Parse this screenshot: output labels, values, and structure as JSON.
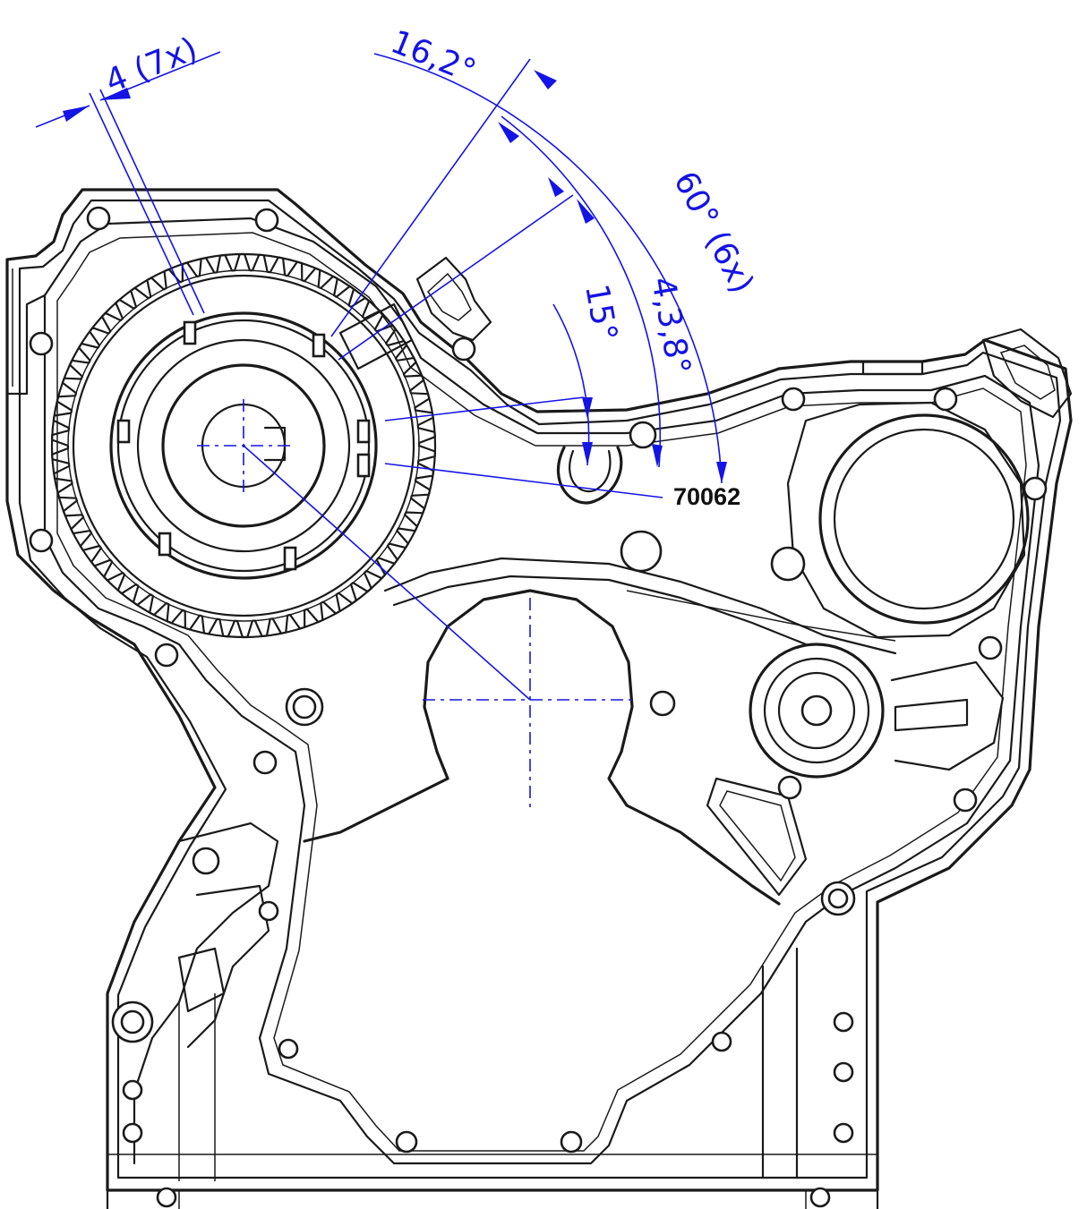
{
  "dimensions": {
    "rib_thickness": "4 (7x)",
    "angle_16_2": "16,2°",
    "angle_60_6x": "60° (6x)",
    "angle_4_3_8": "4,3,8°",
    "angle_15": "15°"
  },
  "part_number": "70062",
  "colors": {
    "geometry": "#1a1a1a",
    "dimension": "#1414e6",
    "background": "#ffffff"
  }
}
